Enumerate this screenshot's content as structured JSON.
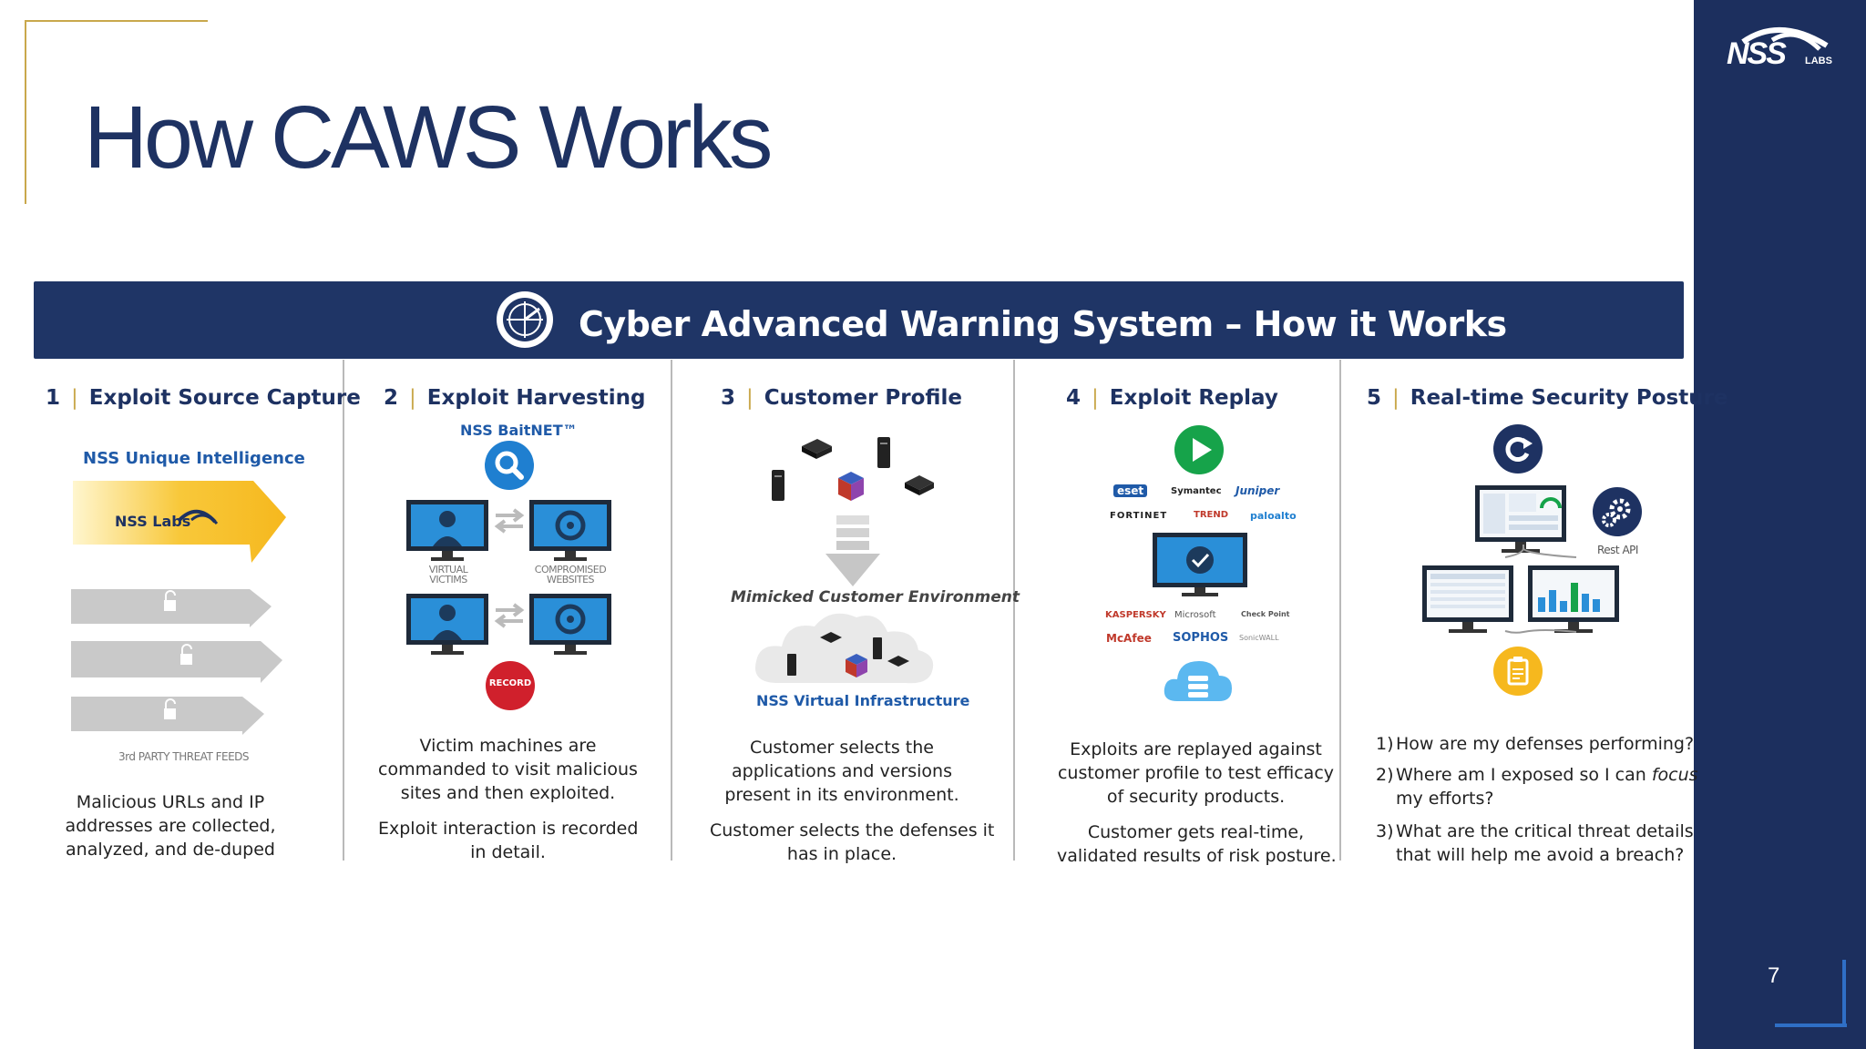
{
  "slide": {
    "title": "How CAWS Works",
    "page_number": "7",
    "logo_text": "NSS",
    "logo_sub": "LABS"
  },
  "banner": {
    "title": "Cyber Advanced Warning System – How it Works"
  },
  "columns": [
    {
      "number": "1",
      "heading": "Exploit Source Capture",
      "sublabel": "NSS Unique Intelligence",
      "arrow_label": "NSS Labs",
      "feeds_label": "3rd PARTY THREAT FEEDS",
      "desc": [
        "Malicious URLs and IP",
        "addresses are collected,",
        "analyzed, and de-duped"
      ]
    },
    {
      "number": "2",
      "heading": "Exploit Harvesting",
      "sublabel": "NSS BaitNET™",
      "victims_label": "VIRTUAL VICTIMS",
      "compromised_label": "COMPROMISED WEBSITES",
      "record_label": "RECORD",
      "desc1": [
        "Victim machines are",
        "commanded to visit malicious",
        "sites and then exploited."
      ],
      "desc2": [
        "Exploit interaction is recorded",
        "in detail."
      ]
    },
    {
      "number": "3",
      "heading": "Customer Profile",
      "mimic_label": "Mimicked Customer Environment",
      "infra_label": "NSS Virtual Infrastructure",
      "desc1": [
        "Customer selects the",
        "applications and versions",
        "present in its environment."
      ],
      "desc2": [
        "Customer selects the defenses it",
        "has in place."
      ]
    },
    {
      "number": "4",
      "heading": "Exploit Replay",
      "vendors_top": [
        "eset",
        "Symantec",
        "Juniper",
        "FORTINET",
        "TREND",
        "paloalto"
      ],
      "vendors_bottom": [
        "KASPERSKY",
        "Microsoft",
        "Check Point",
        "McAfee",
        "SOPHOS",
        "SonicWALL"
      ],
      "desc1": [
        "Exploits are replayed against",
        "customer profile to test efficacy",
        "of security products."
      ],
      "desc2": [
        "Customer gets real-time,",
        "validated results of risk posture."
      ]
    },
    {
      "number": "5",
      "heading": "Real-time Security Posture",
      "api_label": "Rest API",
      "questions": [
        {
          "num": "1)",
          "lines": [
            "How are my defenses performing?"
          ]
        },
        {
          "num": "2)",
          "lines": [
            "Where am I exposed so I can ",
            "my efforts?"
          ],
          "emph": "focus"
        },
        {
          "num": "3)",
          "lines": [
            "What are the critical threat details",
            "that will help me avoid a breach?"
          ]
        }
      ]
    }
  ],
  "colors": {
    "navy": "#1e3262",
    "banner": "#1f3566",
    "gold": "#c9a84c",
    "accent_blue": "#1f5aa8",
    "arrow_yellow": "#f6b81e",
    "play_green": "#16a34a",
    "record_red": "#d0202c"
  }
}
